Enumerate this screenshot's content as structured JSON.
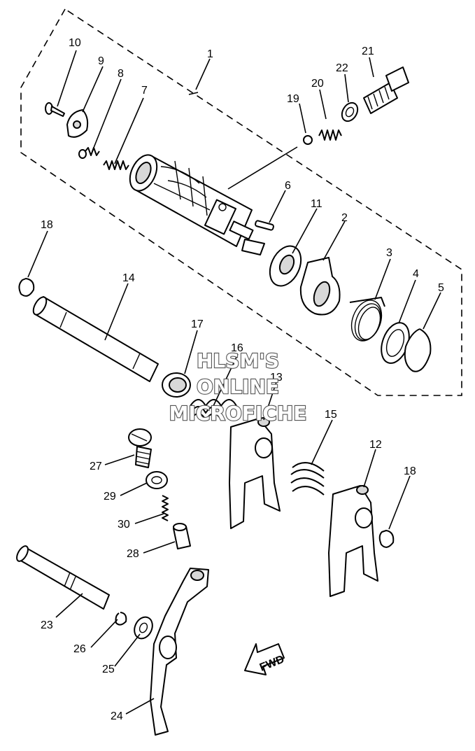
{
  "callouts": {
    "c1": "1",
    "c2": "2",
    "c3": "3",
    "c4": "4",
    "c5": "5",
    "c6": "6",
    "c7": "7",
    "c8": "8",
    "c9": "9",
    "c10": "10",
    "c11": "11",
    "c12": "12",
    "c13": "13",
    "c14": "14",
    "c15": "15",
    "c16": "16",
    "c17": "17",
    "c18a": "18",
    "c18b": "18",
    "c19": "19",
    "c20": "20",
    "c21": "21",
    "c22": "22",
    "c23": "23",
    "c24": "24",
    "c25": "25",
    "c26": "26",
    "c27": "27",
    "c28": "28",
    "c29": "29",
    "c30": "30"
  },
  "watermark": {
    "line1": "HLSM'S",
    "line2": "ONLINE",
    "line3": "MICROFICHE"
  },
  "direction_arrow": {
    "label": "FWD"
  }
}
